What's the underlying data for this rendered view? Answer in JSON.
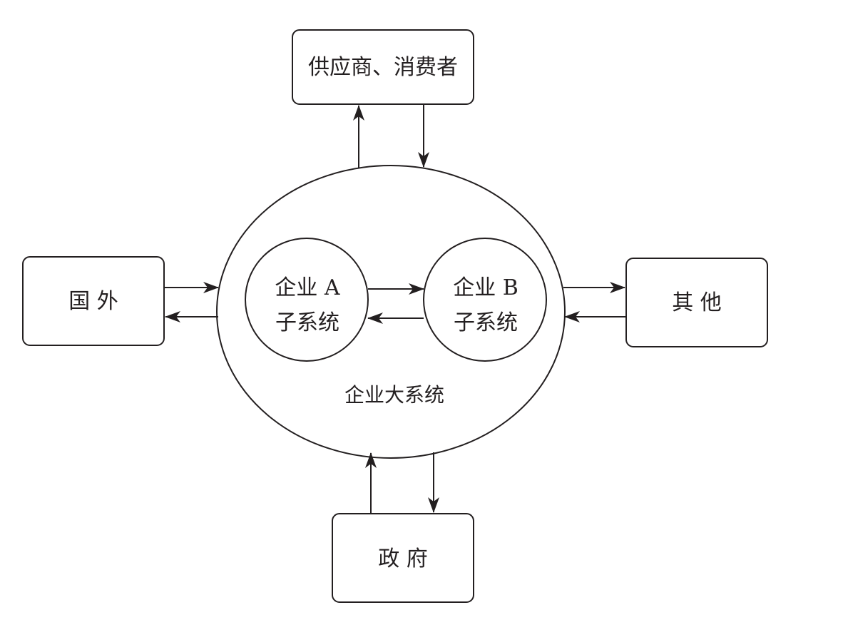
{
  "colors": {
    "stroke": "#231f20",
    "background": "#ffffff"
  },
  "nodes": {
    "supplier": {
      "label": "供应商、消费者"
    },
    "foreign": {
      "label": "国  外"
    },
    "other": {
      "label": "其  他"
    },
    "government": {
      "label": "政  府"
    },
    "enterprise": {
      "label": "企业大系统"
    },
    "subsystem_a": {
      "line1": "企业 A",
      "line2": "子系统"
    },
    "subsystem_b": {
      "line1": "企业 B",
      "line2": "子系统"
    }
  },
  "edges": [
    {
      "from": "enterprise",
      "to": "supplier"
    },
    {
      "from": "supplier",
      "to": "enterprise"
    },
    {
      "from": "foreign",
      "to": "enterprise"
    },
    {
      "from": "enterprise",
      "to": "foreign"
    },
    {
      "from": "enterprise",
      "to": "other"
    },
    {
      "from": "other",
      "to": "enterprise"
    },
    {
      "from": "government",
      "to": "enterprise"
    },
    {
      "from": "enterprise",
      "to": "government"
    },
    {
      "from": "subsystem_a",
      "to": "subsystem_b"
    },
    {
      "from": "subsystem_b",
      "to": "subsystem_a"
    }
  ]
}
